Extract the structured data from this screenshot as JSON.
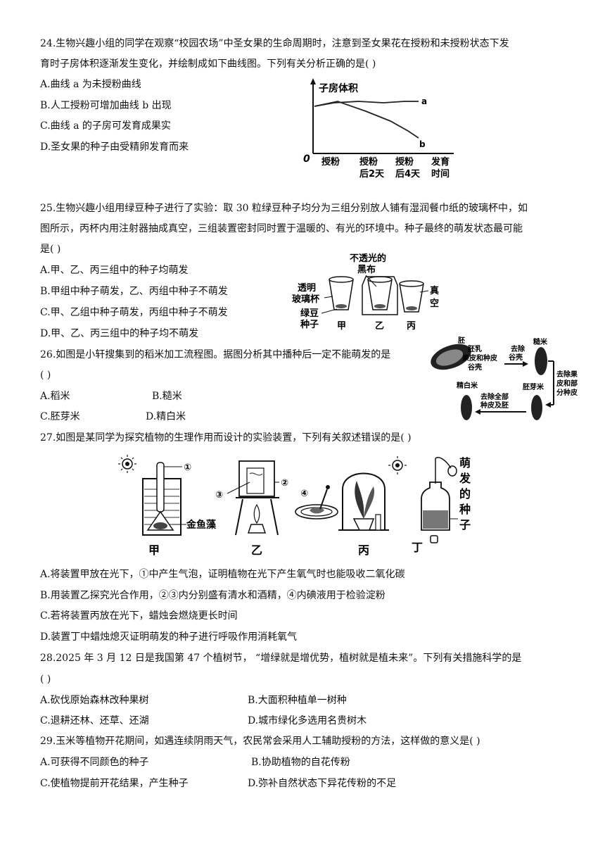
{
  "q24": {
    "stem_line1": "24.生物兴趣小组的同学在观察“校园农场”中圣女果的生命周期时，注意到圣女果花在授粉和未授粉状态下发",
    "stem_line2": "育时子房体积逐渐发生变化，并绘制成如下曲线图。下列有关分析正确的是(    )",
    "options": [
      "A.曲线 a 为未授粉曲线",
      "B.人工授粉可增加曲线 b 出现",
      "C.曲线 a 的子房可发育成果实",
      "D.圣女果的种子由受精卵发育而来"
    ],
    "chart": {
      "ylabel": "子房体积",
      "origin": "0",
      "curve_a": "a",
      "curve_b": "b",
      "ticks": [
        {
          "l1": "授粉",
          "l2": ""
        },
        {
          "l1": "授粉",
          "l2": "后2天"
        },
        {
          "l1": "授粉",
          "l2": "后4天"
        },
        {
          "l1": "发育",
          "l2": "时间"
        }
      ]
    }
  },
  "q25": {
    "stem_line1": "25.生物兴趣小组用绿豆种子进行了实验：取 30 粒绿豆种子均分为三组分别放人铺有湿润餐巾纸的玻璃杯中，如",
    "stem_line2": "图所示，丙杯内用注射器抽成真空，三组装置密封同时置于温暖的、有光的环境中。种子最终的萌发状态最可能",
    "stem_line3": "是(    )",
    "options": [
      "A.甲、乙、丙三组中的种子均萌发",
      "B.甲组中种子萌发，乙、丙组中种子不萌发",
      "C.甲、乙组中种子萌发，丙组中种子不萌发",
      "D.甲、乙、丙三组中的种子均不萌发"
    ],
    "figure": {
      "cloth_l1": "不透光的",
      "cloth_l2": "黑布",
      "cup_l1": "透明",
      "cup_l2": "玻璃杯",
      "seed_l1": "绿豆",
      "seed_l2": "种子",
      "vac_l1": "真",
      "vac_l2": "空",
      "cups": [
        "甲",
        "乙",
        "丙"
      ]
    }
  },
  "q26": {
    "stem_line1": "26.如图是小轩搜集到的稻米加工流程图。据图分析其中播种后一定不能萌发的是",
    "stem_line2": "(       )",
    "optA": "A.稻米",
    "optB": "B.糙米",
    "optC": "C.胚芽米",
    "optD": "D.精白米",
    "figure": {
      "embryo": "胚",
      "layer_l1": "胚乳",
      "layer_l2": "果皮和种皮",
      "layer_l3": "谷壳",
      "brown": "糙米",
      "step1_l1": "去除",
      "step1_l2": "谷壳",
      "step2_l1": "去除果",
      "step2_l2": "皮和部",
      "step2_l3": "分种皮",
      "germ": "胚芽米",
      "white": "精白米",
      "step3_l1": "去除全部",
      "step3_l2": "种皮及胚"
    }
  },
  "q27": {
    "stem": "27.如图是某同学为探究植物的生理作用而设计的实验装置，下列有关叙述错误的是(      )",
    "options": [
      "A.将装置甲放在光下，①中产生气泡，证明植物在光下产生氧气时也能吸收二氧化碳",
      "B.用装置乙探究光合作用，②③内分别盛有清水和酒精，④内碘液用于检验淀粉",
      "C.若将装置丙放在光下，蜡烛会燃烧更长时间",
      "D.装置丁中蜡烛熄灭证明萌发的种子进行呼吸作用消耗氧气"
    ],
    "figure": {
      "n1": "①",
      "n2": "②",
      "n3": "③",
      "n4": "④",
      "alga": "金鱼藻",
      "seed_text": [
        "萌",
        "发",
        "的",
        "种",
        "子"
      ],
      "labels": [
        "甲",
        "乙",
        "丙",
        "丁"
      ]
    }
  },
  "q28": {
    "stem_line1": "28.2025 年 3 月 12 日是我国第 47 个植树节，    “增绿就是增优势，植树就是植未来”。下列有关措施科学的是",
    "stem_line2": "(     )",
    "optA": "A.砍伐原始森林改种果树",
    "optB": "B.大面积种植单一树种",
    "optC": "C.退耕还林、还草、还湖",
    "optD": "D.城市绿化多选用名贵树木"
  },
  "q29": {
    "stem": "29.玉米等植物开花期间，如遇连续阴雨天气，农民常会采用人工辅助授粉的方法，这样做的意义是(  )",
    "optA": "A.可获得不同颜色的种子",
    "optB": "B.协助植物的自花传粉",
    "optC": "C.使植物提前开花结果，产生种子",
    "optD": "D.弥补自然状态下异花传粉的不足"
  }
}
